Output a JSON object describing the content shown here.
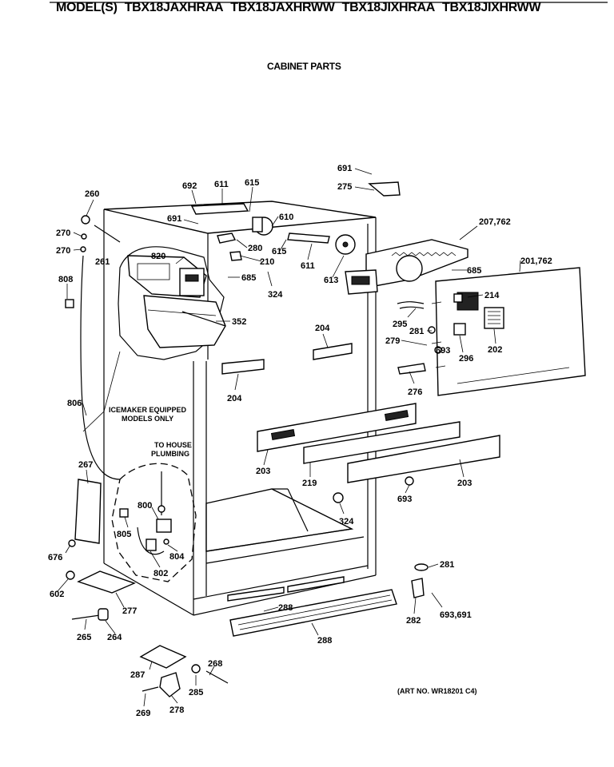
{
  "header": {
    "prefix": "MODEL(S)",
    "models": [
      "TBX18JAXHRAA",
      "TBX18JAXHRWW",
      "TBX18JIXHRAA",
      "TBX18JIXHRWW"
    ]
  },
  "subtitle": "CABINET PARTS",
  "art_number": "(ART NO. WR18201 C4)",
  "notes": {
    "icemaker_line1": "ICEMAKER EQUIPPED",
    "icemaker_line2": "MODELS ONLY",
    "plumbing_line1": "TO HOUSE",
    "plumbing_line2": "PLUMBING"
  },
  "callouts": {
    "c691a": "691",
    "c275": "275",
    "c692": "692",
    "c611a": "611",
    "c615a": "615",
    "c260": "260",
    "c691b": "691",
    "c610": "610",
    "c207": "207,762",
    "c270a": "270",
    "c270b": "270",
    "c261": "261",
    "c820": "820",
    "c280": "280",
    "c615b": "615",
    "c210": "210",
    "c611b": "611",
    "c685a": "685",
    "c201": "201,762",
    "c808": "808",
    "c685b": "685",
    "c613": "613",
    "c324a": "324",
    "c214": "214",
    "c352": "352",
    "c295": "295",
    "c281a": "281",
    "c204a": "204",
    "c279": "279",
    "c693a": "693",
    "c296": "296",
    "c202": "202",
    "c276": "276",
    "c204b": "204",
    "c806": "806",
    "c267": "267",
    "c203a": "203",
    "c219": "219",
    "c203b": "203",
    "c800": "800",
    "c805": "805",
    "c693b": "693",
    "c324b": "324",
    "c676": "676",
    "c804": "804",
    "c802": "802",
    "c281b": "281",
    "c602": "602",
    "c277": "277",
    "c288a": "288",
    "c282": "282",
    "c693c": "693,691",
    "c265": "265",
    "c264": "264",
    "c288b": "288",
    "c268": "268",
    "c287": "287",
    "c285": "285",
    "c269": "269",
    "c278": "278"
  }
}
